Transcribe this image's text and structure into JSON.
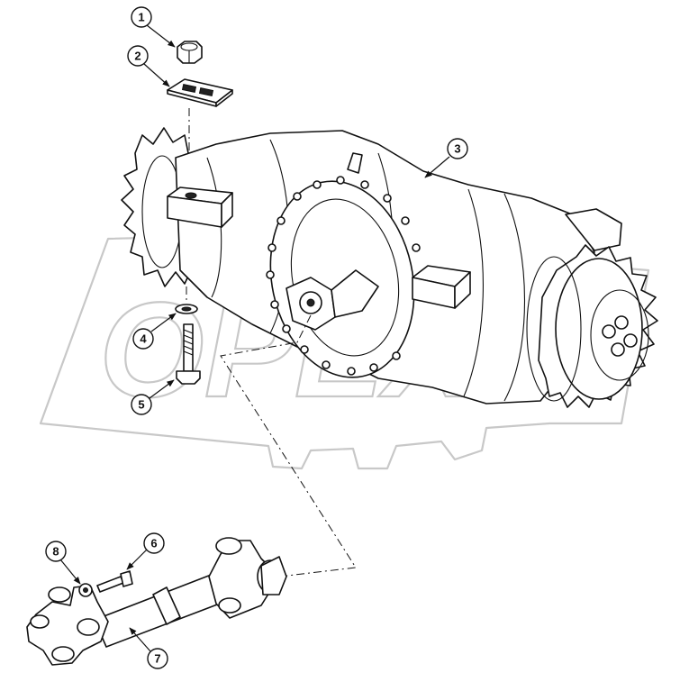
{
  "watermark": {
    "text": "OPEX"
  },
  "callouts": [
    {
      "id": "callout-1",
      "number": "1"
    },
    {
      "id": "callout-2",
      "number": "2"
    },
    {
      "id": "callout-3",
      "number": "3"
    },
    {
      "id": "callout-4",
      "number": "4"
    },
    {
      "id": "callout-5",
      "number": "5"
    },
    {
      "id": "callout-6",
      "number": "6"
    },
    {
      "id": "callout-7",
      "number": "7"
    },
    {
      "id": "callout-8",
      "number": "8"
    }
  ]
}
